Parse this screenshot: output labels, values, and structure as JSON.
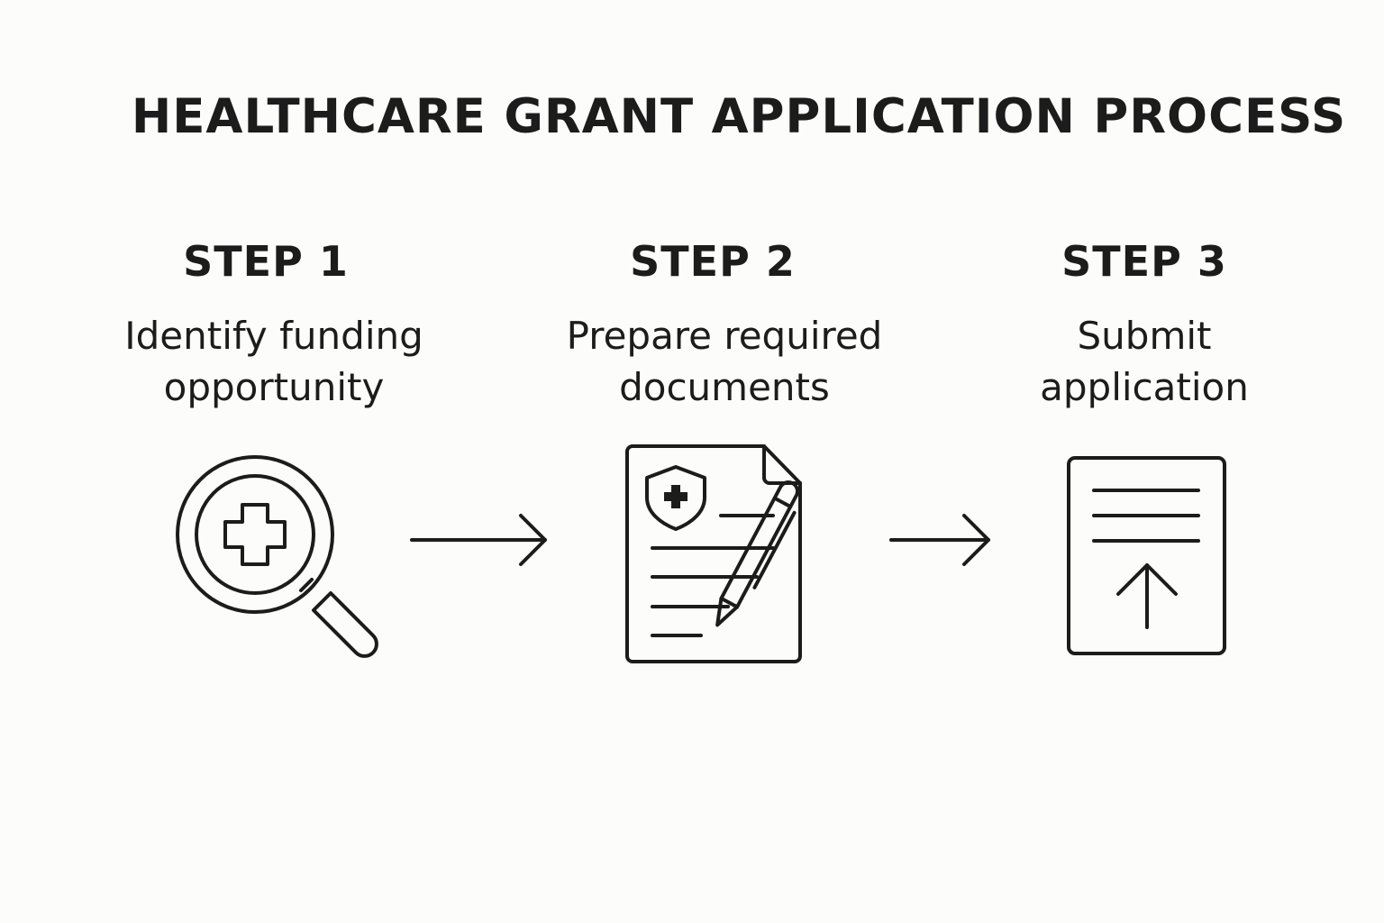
{
  "title": "HEALTHCARE GRANT APPLICATION PROCESS",
  "steps": [
    {
      "label": "STEP 1",
      "description": [
        "Identify funding",
        "opportunity"
      ],
      "icon": "magnifier-medical-cross-icon"
    },
    {
      "label": "STEP 2",
      "description": [
        "Prepare required",
        "documents"
      ],
      "icon": "document-shield-pen-icon"
    },
    {
      "label": "STEP 3",
      "description": [
        "Submit",
        "application"
      ],
      "icon": "document-upload-icon"
    }
  ],
  "connectors": [
    "arrow-right-icon",
    "arrow-right-icon"
  ],
  "colors": {
    "background": "#fcfcfa",
    "ink": "#1c1c1c"
  }
}
